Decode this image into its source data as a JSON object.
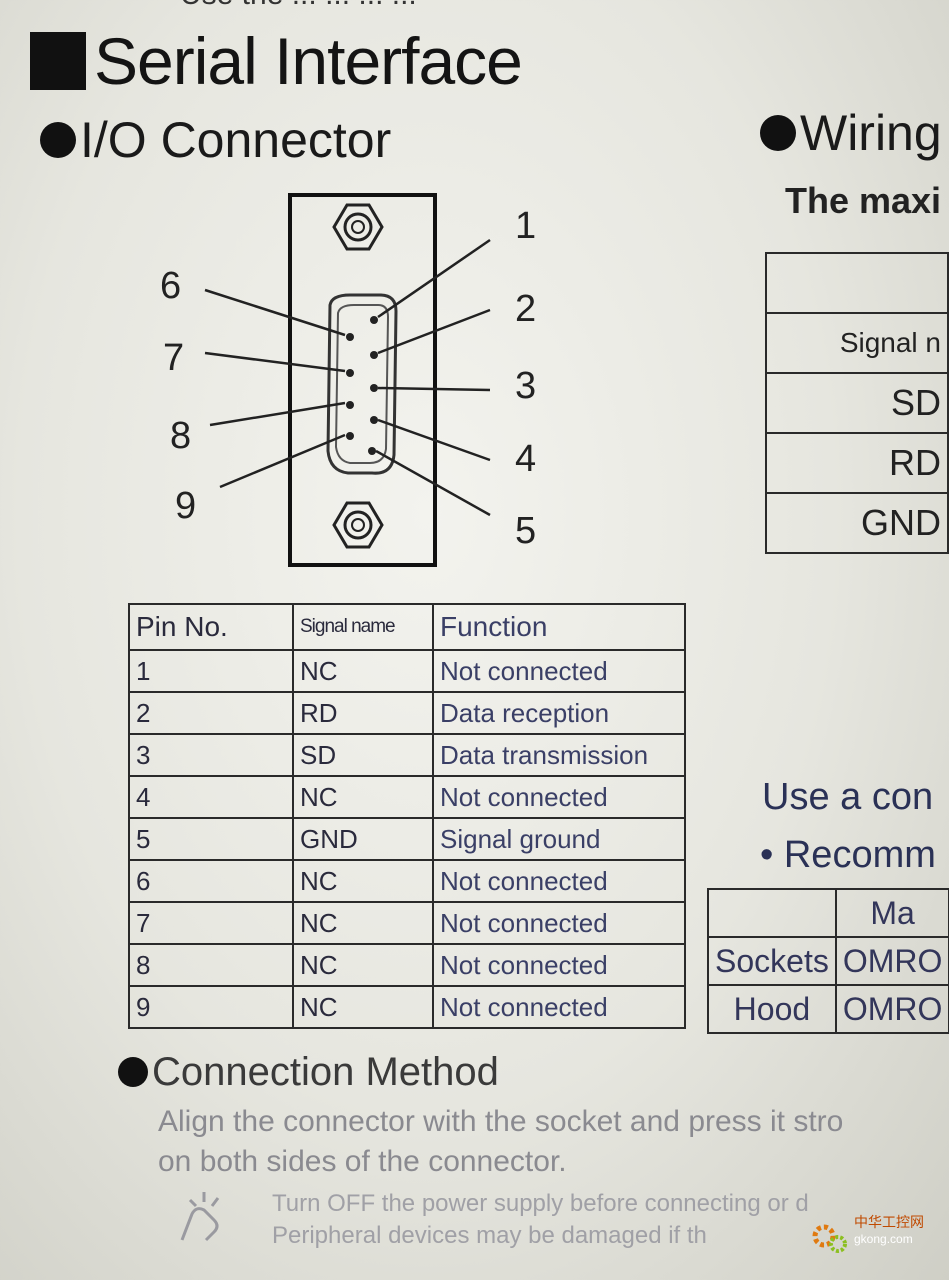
{
  "header": {
    "top_cut_text": "Use the ... ... ... ...",
    "section_title": "Serial Interface",
    "io_connector_heading": "I/O Connector",
    "wiring_heading": "Wiring",
    "max_text": "The maxi"
  },
  "connector": {
    "pin_labels_left": [
      "6",
      "7",
      "8",
      "9"
    ],
    "pin_labels_right": [
      "1",
      "2",
      "3",
      "4",
      "5"
    ]
  },
  "pin_table": {
    "headers": [
      "Pin No.",
      "Signal name",
      "Function"
    ],
    "rows": [
      {
        "pin": "1",
        "signal": "NC",
        "function": "Not connected"
      },
      {
        "pin": "2",
        "signal": "RD",
        "function": "Data reception"
      },
      {
        "pin": "3",
        "signal": "SD",
        "function": "Data transmission"
      },
      {
        "pin": "4",
        "signal": "NC",
        "function": "Not connected"
      },
      {
        "pin": "5",
        "signal": "GND",
        "function": "Signal ground"
      },
      {
        "pin": "6",
        "signal": "NC",
        "function": "Not connected"
      },
      {
        "pin": "7",
        "signal": "NC",
        "function": "Not connected"
      },
      {
        "pin": "8",
        "signal": "NC",
        "function": "Not connected"
      },
      {
        "pin": "9",
        "signal": "NC",
        "function": "Not connected"
      }
    ]
  },
  "wiring_table": {
    "top_cell": "",
    "header": "Signal n",
    "rows": [
      "SD",
      "RD",
      "GND"
    ]
  },
  "use_connector": {
    "text": "Use a con",
    "recommend": "• Recomm"
  },
  "parts_table": {
    "header": [
      "",
      "Ma"
    ],
    "rows": [
      {
        "part": "Sockets",
        "maker": "OMRO"
      },
      {
        "part": "Hood",
        "maker": "OMRO"
      }
    ]
  },
  "connection_method": {
    "heading": "Connection Method",
    "paragraph_line1": "Align the connector with the socket and press it stro",
    "paragraph_line2": "on both sides of the connector.",
    "note_line1": "Turn OFF the power supply before connecting or d",
    "note_line2": "Peripheral devices may be damaged if th"
  },
  "watermark": {
    "logo_text": "中华工控网",
    "site": "gkong.com"
  },
  "colors": {
    "paper": "#ebebe5",
    "ink": "#1c1c1c",
    "table_text": "#3a3f66"
  }
}
